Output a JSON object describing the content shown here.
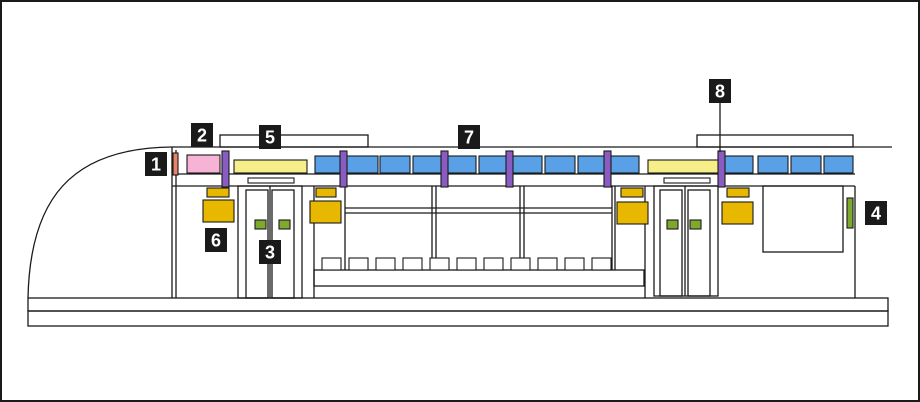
{
  "callouts": [
    {
      "label": "1"
    },
    {
      "label": "2"
    },
    {
      "label": "3"
    },
    {
      "label": "4"
    },
    {
      "label": "5"
    },
    {
      "label": "6"
    },
    {
      "label": "7"
    },
    {
      "label": "8"
    }
  ],
  "colors": {
    "outline": "#1a1a1a",
    "callout_bg": "#1a1a1a",
    "callout_text": "#ffffff",
    "window_blue": "#5aa0e6",
    "handrail_purple": "#8a5cc2",
    "door_button_green": "#7fa82e",
    "speaker_yellow": "#e8b800",
    "display_yellow": "#f6ee88",
    "sign_pink": "#f6b3d5",
    "marker_red": "#e8826c",
    "wall_green": "#7fa82e"
  }
}
